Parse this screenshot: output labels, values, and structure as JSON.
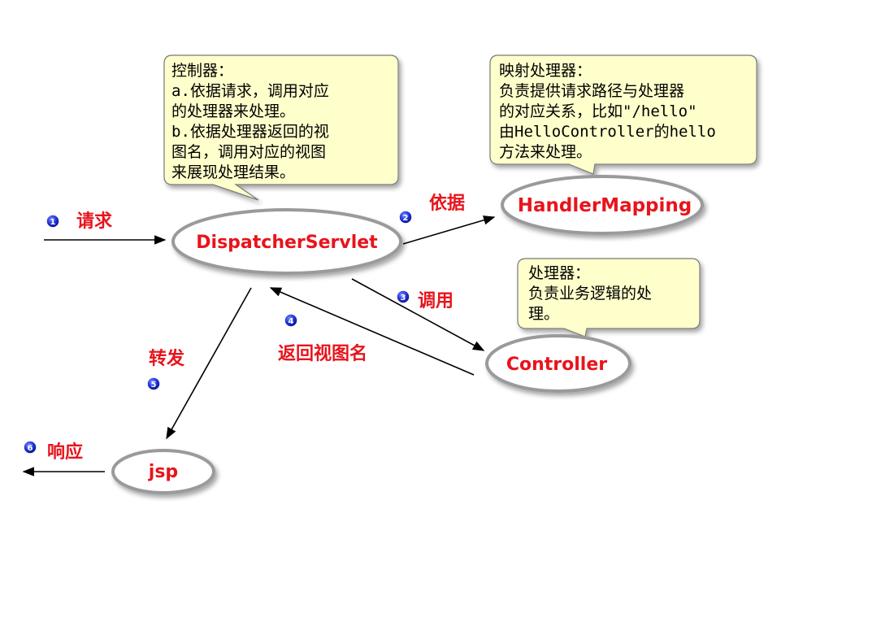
{
  "nodes": {
    "dispatcher": "DispatcherServlet",
    "handler_mapping": "HandlerMapping",
    "controller": "Controller",
    "jsp": "jsp"
  },
  "steps": [
    {
      "num": "1",
      "label": "请求"
    },
    {
      "num": "2",
      "label": "依据"
    },
    {
      "num": "3",
      "label": "调用"
    },
    {
      "num": "4",
      "label": "返回视图名"
    },
    {
      "num": "5",
      "label": "转发"
    },
    {
      "num": "6",
      "label": "响应"
    }
  ],
  "callouts": {
    "dispatcher": [
      "控制器：",
      "a.依据请求，调用对应",
      "的处理器来处理。",
      "b.依据处理器返回的视",
      "图名，调用对应的视图",
      "来展现处理结果。"
    ],
    "handler_mapping": [
      "映射处理器：",
      "负责提供请求路径与处理器",
      "的对应关系，比如\"/hello\"",
      "由HelloController的hello",
      "方法来处理。"
    ],
    "controller": [
      "处理器：",
      "负责业务逻辑的处",
      "理。"
    ]
  },
  "colors": {
    "label_red": "#e8141c",
    "badge_blue": "#1a2fd6",
    "callout_fill": "#ffffcc",
    "node_border": "#9a9a9a"
  }
}
